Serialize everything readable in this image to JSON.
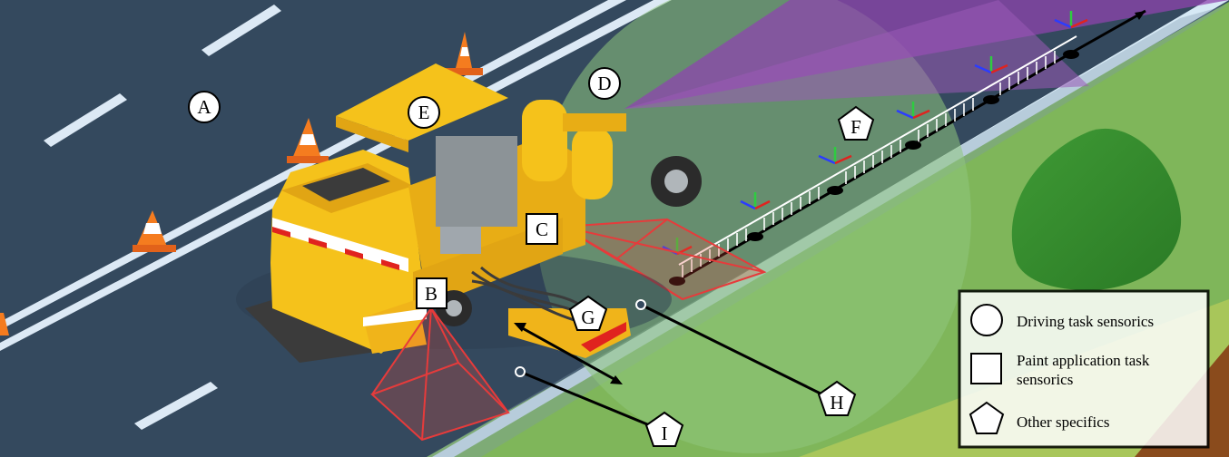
{
  "markers": {
    "A": "A",
    "B": "B",
    "C": "C",
    "D": "D",
    "E": "E",
    "F": "F",
    "G": "G",
    "H": "H",
    "I": "I"
  },
  "legend": {
    "driving": "Driving task sensorics",
    "paint_line1": "Paint application task",
    "paint_line2": "sensorics",
    "other": "Other specifics"
  },
  "colors": {
    "road": "#34495e",
    "grass": "#86bc5b",
    "vehicle": "#f5c21b",
    "vehicle_dark": "#e1a514",
    "sensor_frustum": "#e63b3b",
    "lidar_cone": "#8e44ad",
    "field_of_view": "#8fc67e"
  }
}
